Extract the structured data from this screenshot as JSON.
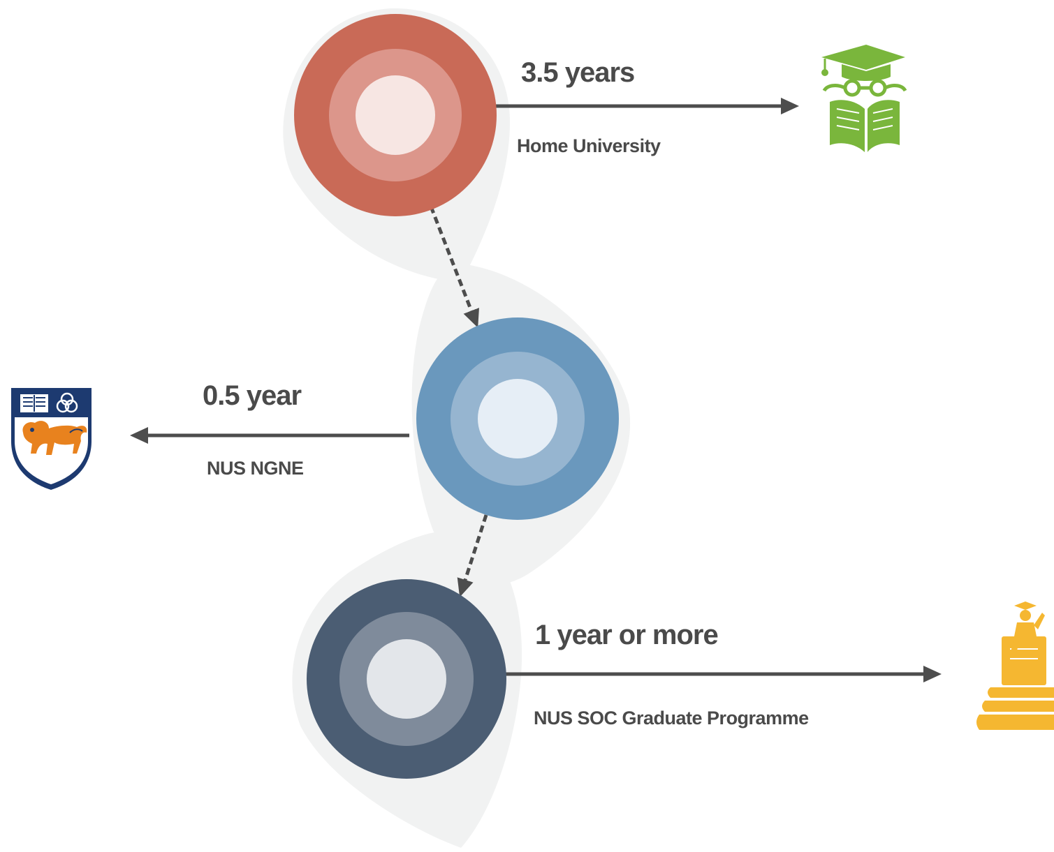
{
  "stages": [
    {
      "duration": "3.5 years",
      "place": "Home University",
      "colors": {
        "outer": "#c96a57",
        "middle": "#dc968b",
        "inner": "#f7e6e3"
      },
      "icon": "graduate-reading-book-icon",
      "icon_color": "#7ab63c"
    },
    {
      "duration": "0.5 year",
      "place": "NUS NGNE",
      "colors": {
        "outer": "#6a98bd",
        "middle": "#96b5d0",
        "inner": "#e6eef6"
      },
      "icon": "nus-crest-icon",
      "icon_colors": {
        "navy": "#1d3a70",
        "orange": "#e8821e"
      }
    },
    {
      "duration": "1 year or more",
      "place": "NUS SOC Graduate Programme",
      "colors": {
        "outer": "#4b5d73",
        "middle": "#7f8b9b",
        "inner": "#e3e6ea"
      },
      "icon": "graduate-on-books-icon",
      "icon_color": "#f5b731"
    }
  ],
  "colors": {
    "connector": "#4d4d4d",
    "blob": "#f1f2f2"
  }
}
